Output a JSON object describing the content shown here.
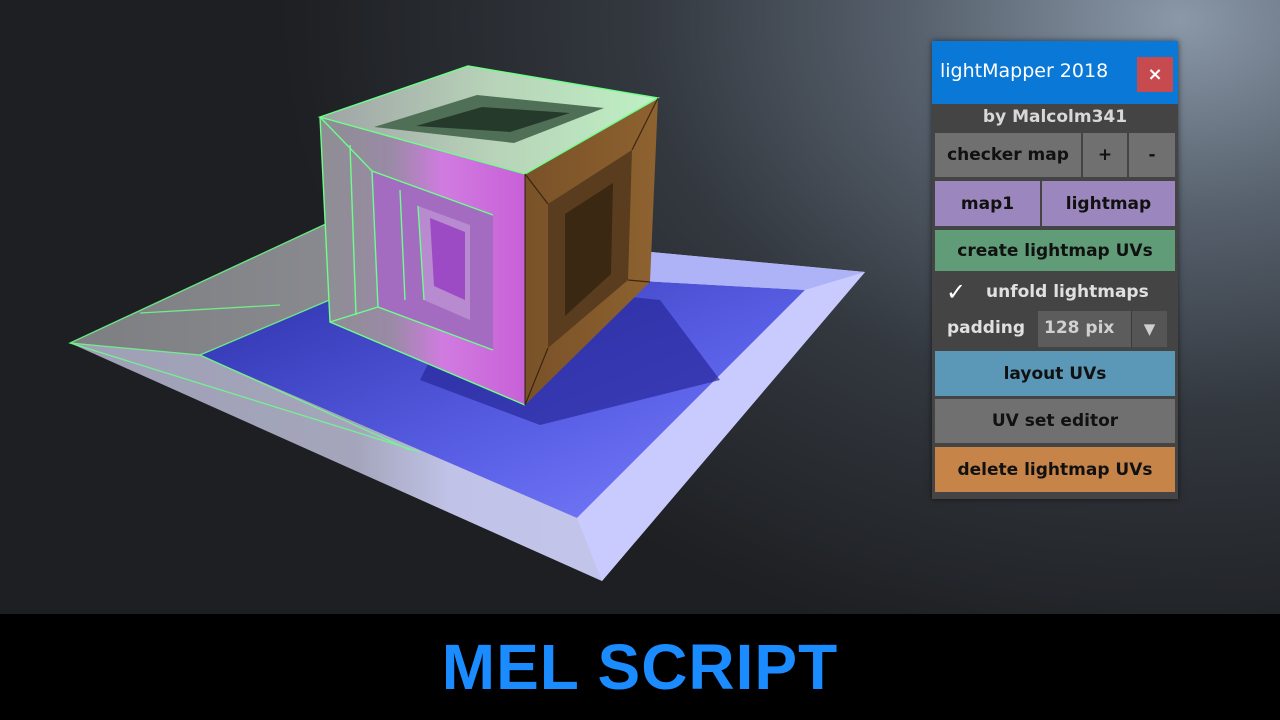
{
  "window": {
    "title": "lightMapper 2018",
    "close_label": "×",
    "author": "by Malcolm341"
  },
  "buttons": {
    "checker_map": "checker map",
    "plus": "+",
    "minus": "-",
    "map1": "map1",
    "lightmap": "lightmap",
    "create_lightmap_uvs": "create lightmap UVs",
    "layout_uvs": "layout UVs",
    "uv_set_editor": "UV set editor",
    "delete_lightmap_uvs": "delete lightmap UVs"
  },
  "unfold": {
    "checked": true,
    "check_glyph": "✓",
    "label": "unfold lightmaps"
  },
  "padding": {
    "label": "padding",
    "value": "128 pix",
    "arrow_glyph": "▼"
  },
  "caption": "MEL SCRIPT",
  "icons": {
    "close": "close-icon",
    "check": "checkmark-icon",
    "dropdown": "chevron-down-icon"
  },
  "colors": {
    "titlebar": "#0a78d6",
    "close": "#c74a4e",
    "gray_button": "#707070",
    "purple_button": "#9b87bd",
    "green_button": "#5f9c77",
    "blue_button": "#5b98b8",
    "orange_button": "#c68449",
    "caption_text": "#1a8cff",
    "wireframe_highlight": "#6dff8a"
  }
}
